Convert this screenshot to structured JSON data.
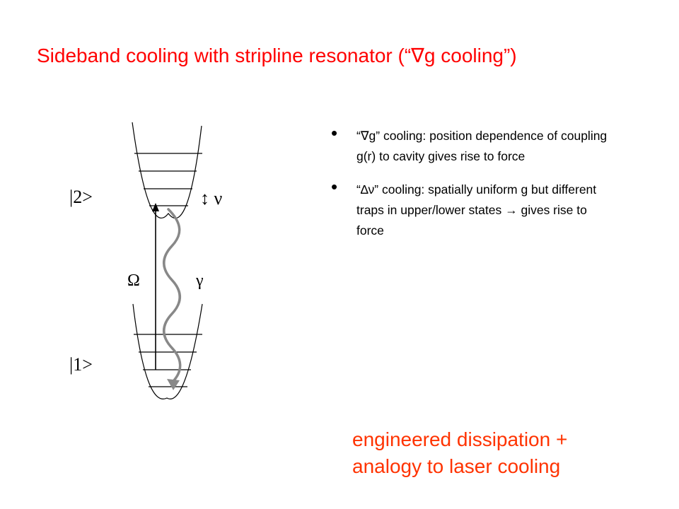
{
  "title": "Sideband cooling with stripline resonator (“∇g cooling”)",
  "diagram": {
    "upper_state": "|2>",
    "lower_state": "|1>",
    "rabi_label": "Ω",
    "decay_label": "γ",
    "spacing_label": "↕ ν"
  },
  "bullets": [
    {
      "text": "“∇g” cooling: position dependence of coupling g(r) to cavity gives rise to force"
    },
    {
      "text": "“∆ν” cooling: spatially uniform g but different traps in upper/lower states → gives rise to force"
    }
  ],
  "conclusion": {
    "line1": "engineered dissipation +",
    "line2": "analogy to laser cooling"
  },
  "colors": {
    "title": "#ff0000",
    "conclusion": "#ff3300",
    "wavy_arrow": "#888888"
  }
}
